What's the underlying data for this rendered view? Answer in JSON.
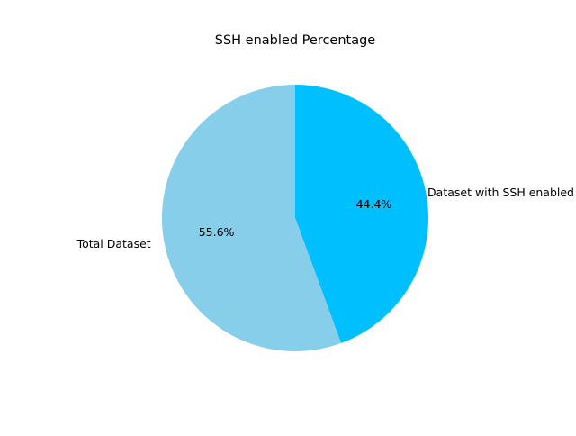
{
  "chart_data": {
    "type": "pie",
    "title": "SSH enabled Percentage",
    "slices": [
      {
        "label": "Dataset with SSH enabled",
        "value": 44.4,
        "pct_label": "44.4%",
        "color": "#00bfff"
      },
      {
        "label": "Total Dataset",
        "value": 55.6,
        "pct_label": "55.6%",
        "color": "#87ceeb"
      }
    ],
    "start_angle_deg": 90,
    "direction": "clockwise"
  }
}
